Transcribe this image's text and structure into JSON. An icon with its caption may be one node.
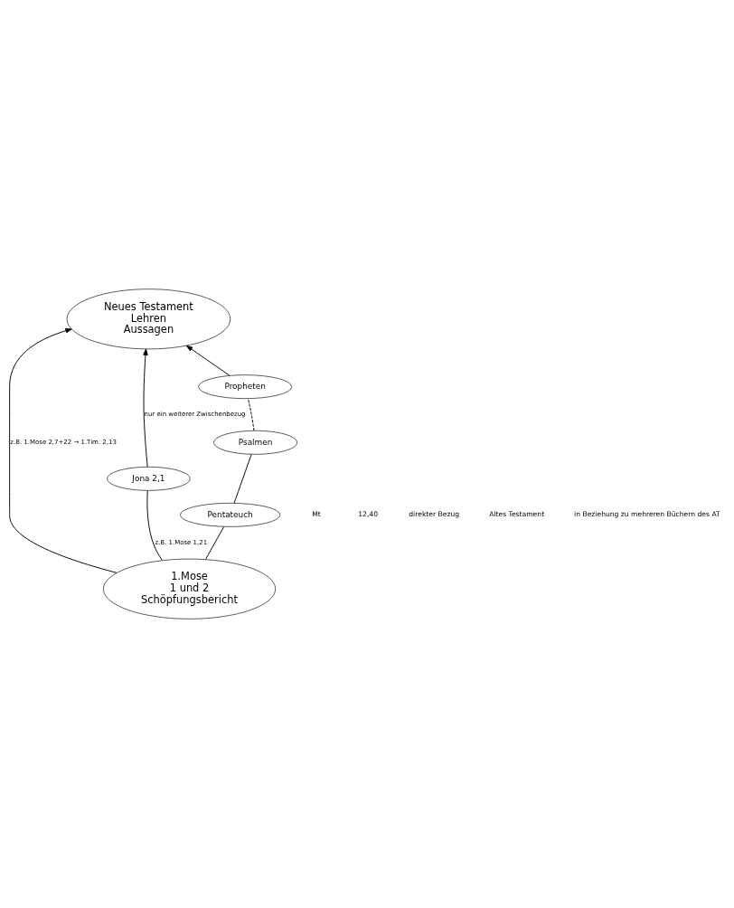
{
  "diagram": {
    "nodes": [
      {
        "text": [
          "Neues Testament",
          "Lehren",
          "Aussagen"
        ]
      },
      {
        "text": [
          "1.Mose",
          "1 und 2",
          "Schöpfungsbericht"
        ]
      },
      {
        "text": [
          "Jona 2,1"
        ]
      },
      {
        "text": [
          "Propheten"
        ]
      },
      {
        "text": [
          "Psalmen"
        ]
      },
      {
        "text": [
          "Pentateuch"
        ]
      }
    ],
    "edges": [
      {
        "from": 1,
        "to": 0,
        "arrow": "to",
        "label": "z.B. 1.Mose 2,7+22 → 1.Tim. 2,13"
      },
      {
        "from": 1,
        "to": 2,
        "arrow": "none",
        "label": "z.B. 1.Mose 1,21"
      },
      {
        "from": 2,
        "to": 0,
        "arrow": "to",
        "label": "nur ein weiterer Zwischenbezug"
      },
      {
        "from": 1,
        "to": 5,
        "arrow": "none"
      },
      {
        "from": 5,
        "to": 4,
        "arrow": "none"
      },
      {
        "from": 4,
        "to": 3,
        "arrow": "none",
        "style": "dashed"
      },
      {
        "from": 3,
        "to": 0,
        "arrow": "to"
      }
    ],
    "labels": [
      "Mt",
      "12,40",
      "direkter Bezug",
      "Altes Testament",
      "in Beziehung zu mehreren Büchern des AT"
    ]
  }
}
